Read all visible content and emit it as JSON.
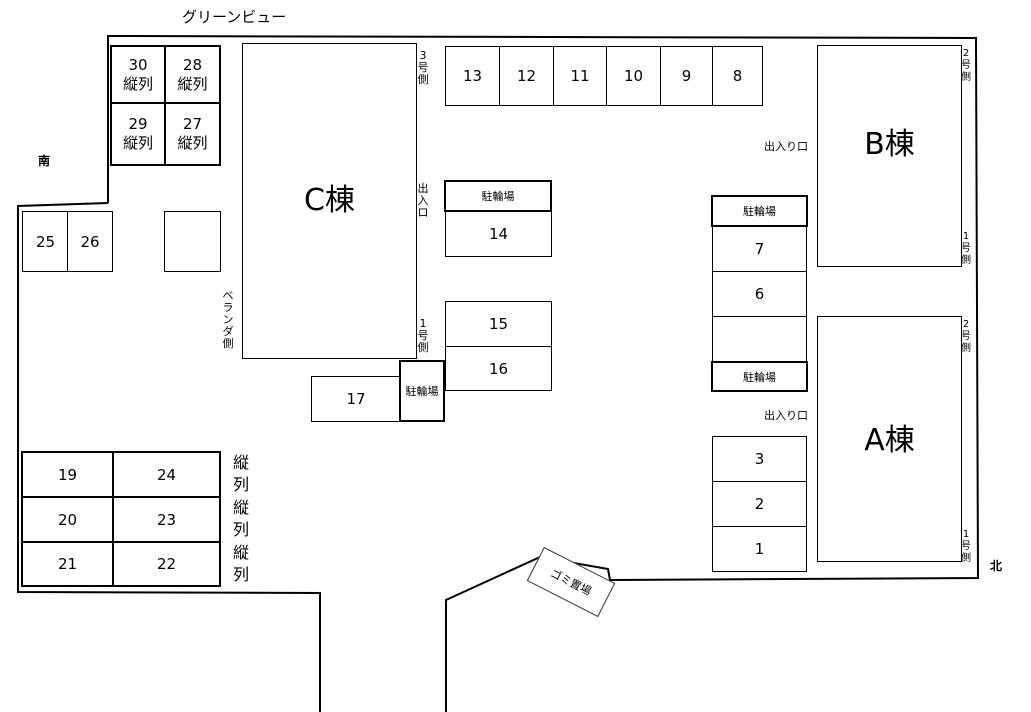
{
  "title": "グリーンビュー",
  "compass": {
    "south": "南",
    "north": "北"
  },
  "buildings": {
    "c": "C棟",
    "b": "B棟",
    "a": "A棟"
  },
  "bike_parking_label": "駐輪場",
  "garbage_label": "ゴミ置場",
  "entrance_label": "出入り口",
  "entrance_vertical": "出\n入\nロ",
  "side_labels": {
    "c_side3": "3\n号\n側",
    "c_side1": "1\n号\n側",
    "veranda": "ベ\nラ\nン\nダ\n側",
    "b_side2": "2\n号\n側",
    "b_side1": "1\n号\n側",
    "a_side2": "2\n号\n側",
    "a_side1": "1\n号\n側",
    "tandem": "縦\n列"
  },
  "spaces": {
    "s30": "30\n縦列",
    "s28": "28\n縦列",
    "s29": "29\n縦列",
    "s27": "27\n縦列",
    "s25": "25",
    "s26": "26",
    "s13": "13",
    "s12": "12",
    "s11": "11",
    "s10": "10",
    "s9": "9",
    "s8": "8",
    "s14": "14",
    "s15": "15",
    "s16": "16",
    "s17": "17",
    "s7": "7",
    "s6": "6",
    "s3": "3",
    "s2": "2",
    "s1": "1",
    "s19": "19",
    "s24": "24",
    "s20": "20",
    "s23": "23",
    "s21": "21",
    "s22": "22"
  }
}
